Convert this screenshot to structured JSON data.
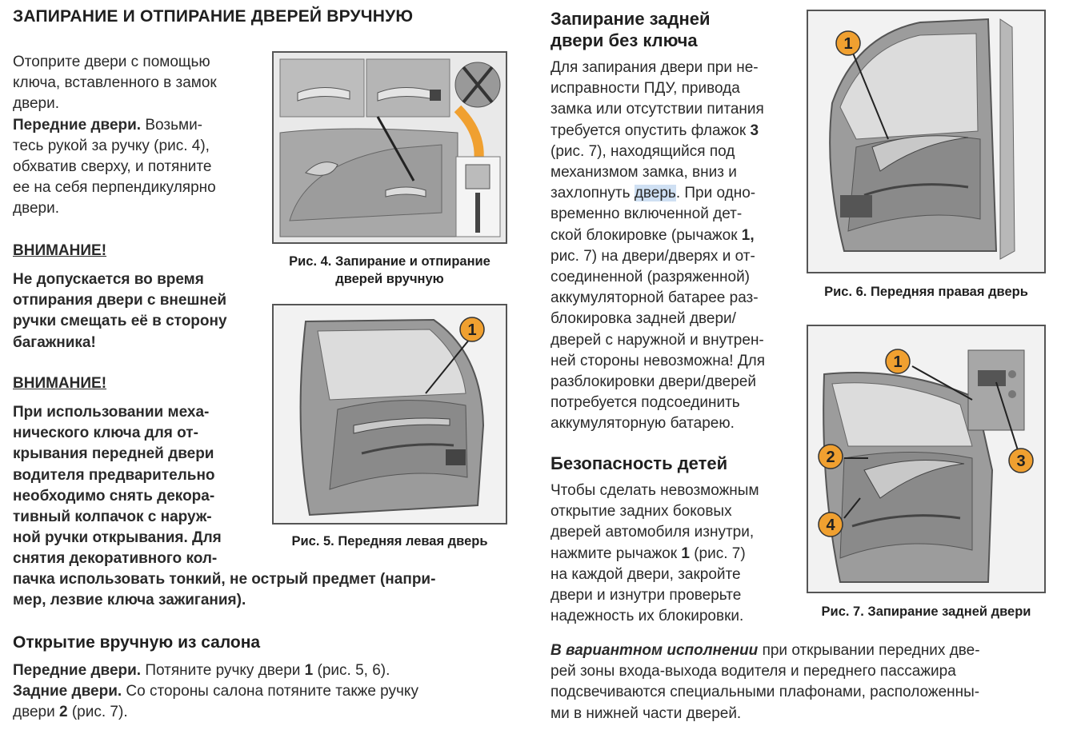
{
  "heading_main": "ЗАПИРАНИЕ И ОТПИРАНИЕ ДВЕРЕЙ ВРУЧНУЮ",
  "intro": [
    "Отоприте двери с помощью",
    "ключа, вставленного в замок",
    "двери."
  ],
  "front_doors": {
    "label": "Передние двери.",
    "first_rest": " Возьми-",
    "lines": [
      "тесь рукой за ручку (рис. 4),",
      "обхватив сверху, и потяните",
      "ее на себя перпендикулярно",
      "двери."
    ]
  },
  "warning1": {
    "title": "ВНИМАНИЕ!",
    "lines": [
      "Не допускается во время",
      "отпирания двери с внешней",
      "ручки смещать её в сторону",
      "багажника!"
    ]
  },
  "warning2": {
    "title": "ВНИМАНИЕ!",
    "lines": [
      "При использовании меха-",
      "нического ключа для от-",
      "крывания передней двери",
      "водителя предварительно",
      "необходимо снять декора-",
      "тивный колпачок с наруж-",
      "ной ручки открывания. Для",
      "снятия декоративного кол-"
    ],
    "wide_lines": [
      "пачка использовать тонкий, не острый предмет (напри-",
      "мер, лезвие ключа зажигания)."
    ]
  },
  "manual_open": {
    "heading": "Открытие вручную из салона",
    "front_label": "Передние двери.",
    "front_text": " Потяните ручку двери ",
    "front_num": "1",
    "front_end": " (рис. 5, 6).",
    "rear_label": "Задние двери.",
    "rear_text": " Со стороны салона потяните также ручку",
    "rear_line2a": "двери ",
    "rear_num": "2",
    "rear_line2b": " (рис. 7)."
  },
  "fig4": {
    "caption_l1": "Рис. 4. Запирание и отпирание",
    "caption_l2": "дверей вручную"
  },
  "fig5": {
    "caption": "Рис. 5. Передняя левая дверь",
    "callout1": "1"
  },
  "rear_lock": {
    "heading_l1": "Запирание задней",
    "heading_l2": "двери без ключа",
    "l1": "Для запирания двери при не-",
    "l2": "исправности ПДУ, привода",
    "l3": "замка или отсутствии питания",
    "l4a": "требуется опустить флажок ",
    "l4b": "3",
    "l5": "(рис. 7), находящийся под",
    "l6": "механизмом замка, вниз и",
    "l7a": "захлопнуть ",
    "l7hl": "дверь",
    "l7b": ". При одно-",
    "l8": "временно включенной дет-",
    "l9a": "ской блокировке (рычажок ",
    "l9b": "1,",
    "l10": "рис. 7) на двери/дверях и от-",
    "l11": "соединенной (разряженной)",
    "l12": "аккумуляторной батарее раз-",
    "l13": "блокировка задней двери/",
    "l14": "дверей с наружной и внутрен-",
    "l15": "ней стороны невозможна! Для",
    "l16": "разблокировки двери/дверей",
    "l17": "потребуется подсоединить",
    "l18": "аккумуляторную батарею."
  },
  "child_safety": {
    "heading": "Безопасность детей",
    "l1": "Чтобы сделать невозможным",
    "l2": "открытие задних боковых",
    "l3": "дверей автомобиля изнутри,",
    "l4a": "нажмите рычажок ",
    "l4b": "1",
    "l4c": " (рис. 7)",
    "l5": "на каждой двери, закройте",
    "l6": "двери и изнутри проверьте",
    "l7": "надежность их блокировки."
  },
  "variant": {
    "em": "В вариантном исполнении",
    "l1rest": " при открывании передних две-",
    "l2": "рей зоны входа-выхода водителя и переднего пассажира",
    "l3": "подсвечиваются специальными плафонами, расположенны-",
    "l4": "ми в нижней части дверей."
  },
  "fig6": {
    "caption": "Рис. 6. Передняя правая дверь",
    "callout1": "1"
  },
  "fig7": {
    "caption": "Рис. 7. Запирание задней двери",
    "callout1": "1",
    "callout2": "2",
    "callout3": "3",
    "callout4": "4"
  },
  "colors": {
    "callout": "#f0a030",
    "text": "#2a2a2a",
    "door": "#9a9a9a",
    "frame": "#555555"
  }
}
